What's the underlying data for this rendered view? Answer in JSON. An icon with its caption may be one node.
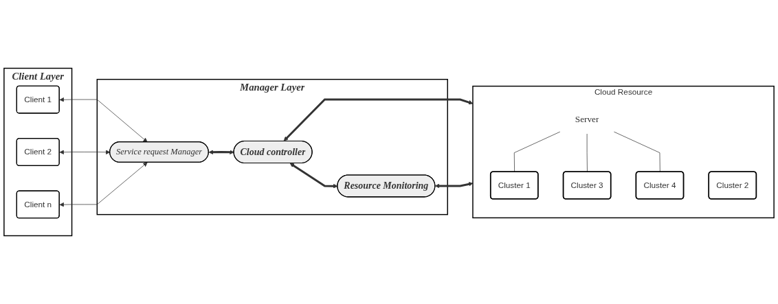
{
  "diagram": {
    "nodes": [
      {
        "text": [
          "Client Layer"
        ]
      },
      {
        "text": [
          "Client 1"
        ],
        "in": 0
      },
      {
        "text": [
          "Client 2"
        ],
        "in": 0
      },
      {
        "text": [
          "Client n"
        ],
        "in": 0
      },
      {
        "text": [
          "Manager Layer"
        ]
      },
      {
        "text": [
          "Service request Manager"
        ],
        "in": 4
      },
      {
        "text": [
          "Cloud controller"
        ],
        "in": 4
      },
      {
        "text": [
          "Resource Monitoring"
        ],
        "in": 4
      },
      {
        "text": [
          "Cloud Resource"
        ]
      },
      {
        "text": [
          "Server"
        ],
        "in": 8
      },
      {
        "text": [
          "Cluster 1"
        ],
        "in": 8
      },
      {
        "text": [
          "Cluster 2"
        ],
        "in": 8
      },
      {
        "text": [
          "Cluster 3"
        ],
        "in": 8
      },
      {
        "text": [
          "Cluster 4"
        ],
        "in": 8
      }
    ],
    "edges": [
      {
        "from": 1,
        "to": 5,
        "arrow": "both"
      },
      {
        "from": 2,
        "to": 5,
        "arrow": "both"
      },
      {
        "from": 3,
        "to": 5,
        "arrow": "both"
      },
      {
        "from": 5,
        "to": 6,
        "arrow": "both",
        "style": "thick"
      },
      {
        "from": 6,
        "to": 7,
        "arrow": "both",
        "style": "thick"
      },
      {
        "from": 6,
        "to": 8,
        "arrow": "both",
        "style": "thick"
      },
      {
        "from": 7,
        "to": 8,
        "arrow": "both",
        "style": "thick"
      },
      {
        "from": 9,
        "to": 10,
        "arrow": "none"
      },
      {
        "from": 9,
        "to": 12,
        "arrow": "none"
      },
      {
        "from": 9,
        "to": 13,
        "arrow": "none"
      }
    ]
  }
}
